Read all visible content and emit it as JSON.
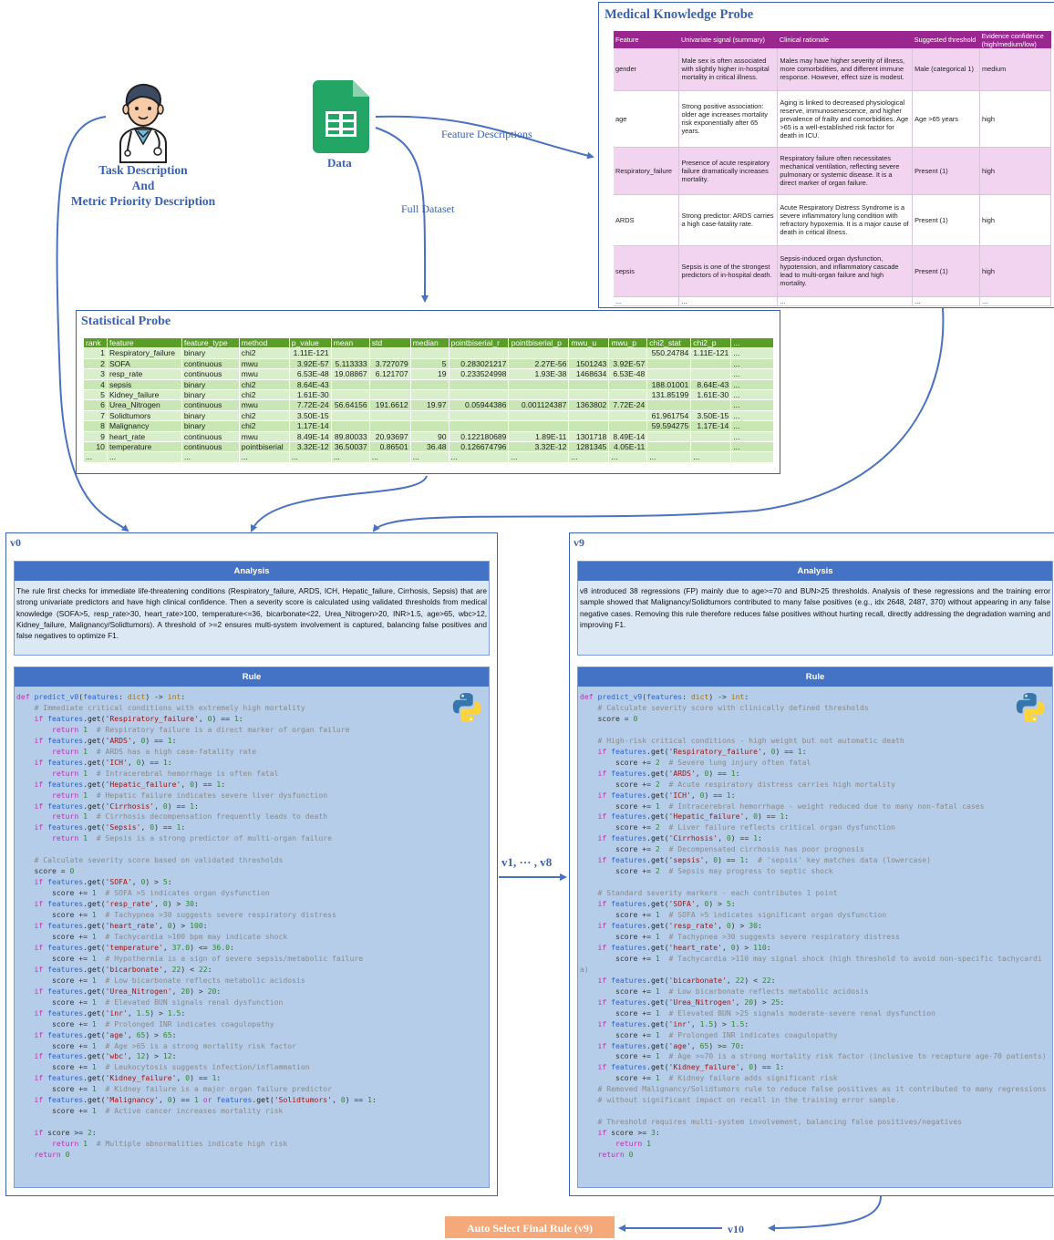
{
  "inputs": {
    "task_label": "Task Description\nAnd\nMetric Priority Description",
    "data_label": "Data",
    "feature_descriptions_label": "Feature Descriptions",
    "full_dataset_label": "Full Dataset"
  },
  "medical_knowledge": {
    "title": "Medical Knowledge Probe",
    "headers": [
      "Feature",
      "Univariate signal (summary)",
      "Clinical rationale",
      "Suggested threshold",
      "Evidence confidence (high/medium/low)"
    ],
    "rows": [
      [
        "gender",
        "Male sex is often associated with slightly higher in-hospital mortality in critical illness.",
        "Males may have higher severity of illness, more comorbidities, and different immune response. However, effect size is modest.",
        "Male (categorical 1)",
        "medium"
      ],
      [
        "age",
        "Strong positive association: older age increases mortality risk exponentially after 65 years.",
        "Aging is linked to decreased physiological reserve, immunosenescence, and higher prevalence of frailty and comorbidities. Age >65 is a well-established risk factor for death in ICU.",
        "Age >65 years",
        "high"
      ],
      [
        "Respiratory_failure",
        "Presence of acute respiratory failure dramatically increases mortality.",
        "Respiratory failure often necessitates mechanical ventilation, reflecting severe pulmonary or systemic disease. It is a direct marker of organ failure.",
        "Present (1)",
        "high"
      ],
      [
        "ARDS",
        "Strong predictor: ARDS carries a high case-fatality rate.",
        "Acute Respiratory Distress Syndrome is a severe inflammatory lung condition with refractory hypoxemia. It is a major cause of death in critical illness.",
        "Present (1)",
        "high"
      ],
      [
        "sepsis",
        "Sepsis is one of the strongest predictors of in-hospital death.",
        "Sepsis-induced organ dysfunction, hypotension, and inflammatory cascade lead to multi-organ failure and high mortality.",
        "Present (1)",
        "high"
      ],
      [
        "...",
        "...",
        "...",
        "...",
        "..."
      ]
    ]
  },
  "statistical_probe": {
    "title": "Statistical Probe",
    "headers": [
      "rank",
      "feature",
      "feature_type",
      "method",
      "p_value",
      "mean",
      "std",
      "median",
      "pointbiserial_r",
      "pointbiserial_p",
      "mwu_u",
      "mwu_p",
      "chi2_stat",
      "chi2_p",
      "..."
    ],
    "rows": [
      [
        "1",
        "Respiratory_failure",
        "binary",
        "chi2",
        "1.11E-121",
        "",
        "",
        "",
        "",
        "",
        "",
        "",
        "550.24784",
        "1.11E-121",
        "..."
      ],
      [
        "2",
        "SOFA",
        "continuous",
        "mwu",
        "3.92E-57",
        "5.113333",
        "3.727079",
        "5",
        "0.283021217",
        "2.27E-56",
        "1501243",
        "3.92E-57",
        "",
        "",
        "..."
      ],
      [
        "3",
        "resp_rate",
        "continuous",
        "mwu",
        "6.53E-48",
        "19.08867",
        "6.121707",
        "19",
        "0.233524998",
        "1.93E-38",
        "1468634",
        "6.53E-48",
        "",
        "",
        "..."
      ],
      [
        "4",
        "sepsis",
        "binary",
        "chi2",
        "8.64E-43",
        "",
        "",
        "",
        "",
        "",
        "",
        "",
        "188.01001",
        "8.64E-43",
        "..."
      ],
      [
        "5",
        "Kidney_failure",
        "binary",
        "chi2",
        "1.61E-30",
        "",
        "",
        "",
        "",
        "",
        "",
        "",
        "131.85199",
        "1.61E-30",
        "..."
      ],
      [
        "6",
        "Urea_Nitrogen",
        "continuous",
        "mwu",
        "7.72E-24",
        "56.64156",
        "191.6612",
        "19.97",
        "0.05944386",
        "0.001124387",
        "1363802",
        "7.72E-24",
        "",
        "",
        "..."
      ],
      [
        "7",
        "Solidtumors",
        "binary",
        "chi2",
        "3.50E-15",
        "",
        "",
        "",
        "",
        "",
        "",
        "",
        "61.961754",
        "3.50E-15",
        "..."
      ],
      [
        "8",
        "Malignancy",
        "binary",
        "chi2",
        "1.17E-14",
        "",
        "",
        "",
        "",
        "",
        "",
        "",
        "59.594275",
        "1.17E-14",
        "..."
      ],
      [
        "9",
        "heart_rate",
        "continuous",
        "mwu",
        "8.49E-14",
        "89.80033",
        "20.93697",
        "90",
        "0.122180689",
        "1.89E-11",
        "1301718",
        "8.49E-14",
        "",
        "",
        "..."
      ],
      [
        "10",
        "temperature",
        "continuous",
        "pointbiserial",
        "3.32E-12",
        "36.50037",
        "0.86501",
        "36.48",
        "0.126674796",
        "3.32E-12",
        "1281345",
        "4.05E-11",
        "",
        "",
        "..."
      ],
      [
        "...",
        "...",
        "...",
        "...",
        "...",
        "...",
        "...",
        "...",
        "...",
        "...",
        "...",
        "...",
        "...",
        "...",
        ""
      ]
    ]
  },
  "v0": {
    "label": "v0",
    "analysis_header": "Analysis",
    "analysis": "The rule first checks for immediate life-threatening conditions (Respiratory_failure, ARDS, ICH, Hepatic_failure, Cirrhosis, Sepsis) that are strong univariate predictors and have high clinical confidence. Then a severity score is calculated using validated thresholds from medical knowledge (SOFA>5, resp_rate>30, heart_rate>100, temperature<=36, bicarbonate<22, Urea_Nitrogen>20, INR>1.5, age>65, wbc>12, Kidney_failure, Malignancy/Solidtumors). A threshold of >=2 ensures multi-system involvement is captured, balancing false positives and false negatives to optimize F1.",
    "rule_header": "Rule",
    "code": "def predict_v0(features: dict) -> int:\n    # Immediate critical conditions with extremely high mortality\n    if features.get('Respiratory_failure', 0) == 1:\n        return 1  # Respiratory failure is a direct marker of organ failure\n    if features.get('ARDS', 0) == 1:\n        return 1  # ARDS has a high case-fatality rate\n    if features.get('ICH', 0) == 1:\n        return 1  # Intracerebral hemorrhage is often fatal\n    if features.get('Hepatic_failure', 0) == 1:\n        return 1  # Hepatic failure indicates severe liver dysfunction\n    if features.get('Cirrhosis', 0) == 1:\n        return 1  # Cirrhosis decompensation frequently leads to death\n    if features.get('Sepsis', 0) == 1:\n        return 1  # Sepsis is a strong predictor of multi-organ failure\n\n    # Calculate severity score based on validated thresholds\n    score = 0\n    if features.get('SOFA', 0) > 5:\n        score += 1  # SOFA >5 indicates organ dysfunction\n    if features.get('resp_rate', 0) > 30:\n        score += 1  # Tachypnea >30 suggests severe respiratory distress\n    if features.get('heart_rate', 0) > 100:\n        score += 1  # Tachycardia >100 bpm may indicate shock\n    if features.get('temperature', 37.0) <= 36.0:\n        score += 1  # Hypothermia is a sign of severe sepsis/metabolic failure\n    if features.get('bicarbonate', 22) < 22:\n        score += 1  # Low bicarbonate reflects metabolic acidosis\n    if features.get('Urea_Nitrogen', 20) > 20:\n        score += 1  # Elevated BUN signals renal dysfunction\n    if features.get('inr', 1.5) > 1.5:\n        score += 1  # Prolonged INR indicates coagulopathy\n    if features.get('age', 65) > 65:\n        score += 1  # Age >65 is a strong mortality risk factor\n    if features.get('wbc', 12) > 12:\n        score += 1  # Leukocytosis suggests infection/inflammation\n    if features.get('Kidney_failure', 0) == 1:\n        score += 1  # Kidney failure is a major organ failure predictor\n    if features.get('Malignancy', 0) == 1 or features.get('Solidtumors', 0) == 1:\n        score += 1  # Active cancer increases mortality risk\n\n    if score >= 2:\n        return 1  # Multiple abnormalities indicate high risk\n    return 0"
  },
  "v9": {
    "label": "v9",
    "analysis_header": "Analysis",
    "analysis": "v8 introduced 38 regressions (FP) mainly due to age>=70 and BUN>25 thresholds. Analysis of these regressions and the training error sample showed that Malignancy/Solidtumors contributed to many false positives (e.g., idx 2648, 2487, 370) without appearing in any false negative cases. Removing this rule therefore reduces false positives without hurting recall, directly addressing the degradation warning and improving F1.",
    "rule_header": "Rule",
    "code": "def predict_v9(features: dict) -> int:\n    # Calculate severity score with clinically defined thresholds\n    score = 0\n\n    # High-risk critical conditions - high weight but not automatic death\n    if features.get('Respiratory_failure', 0) == 1:\n        score += 2  # Severe lung injury often fatal\n    if features.get('ARDS', 0) == 1:\n        score += 2  # Acute respiratory distress carries high mortality\n    if features.get('ICH', 0) == 1:\n        score += 1  # Intracerebral hemorrhage - weight reduced due to many non-fatal cases\n    if features.get('Hepatic_failure', 0) == 1:\n        score += 2  # Liver failure reflects critical organ dysfunction\n    if features.get('Cirrhosis', 0) == 1:\n        score += 2  # Decompensated cirrhosis has poor prognosis\n    if features.get('sepsis', 0) == 1:  # 'sepsis' key matches data (lowercase)\n        score += 2  # Sepsis may progress to septic shock\n\n    # Standard severity markers - each contributes 1 point\n    if features.get('SOFA', 0) > 5:\n        score += 1  # SOFA >5 indicates significant organ dysfunction\n    if features.get('resp_rate', 0) > 30:\n        score += 1  # Tachypnea >30 suggests severe respiratory distress\n    if features.get('heart_rate', 0) > 110:\n        score += 1  # Tachycardia >110 may signal shock (high threshold to avoid non-specific tachycardia)\n    if features.get('bicarbonate', 22) < 22:\n        score += 1  # Low bicarbonate reflects metabolic acidosis\n    if features.get('Urea_Nitrogen', 20) > 25:\n        score += 1  # Elevated BUN >25 signals moderate-severe renal dysfunction\n    if features.get('inr', 1.5) > 1.5:\n        score += 1  # Prolonged INR indicates coagulopathy\n    if features.get('age', 65) >= 70:\n        score += 1  # Age >=70 is a strong mortality risk factor (inclusive to recapture age-70 patients)\n    if features.get('Kidney_failure', 0) == 1:\n        score += 1  # Kidney failure adds significant risk\n    # Removed Malignancy/Solidtumors rule to reduce false positives as it contributed to many regressions\n    # without significant impact on recall in the training error sample.\n\n    # Threshold requires multi-system involvement, balancing false positives/negatives\n    if score >= 3:\n        return 1\n    return 0"
  },
  "flow": {
    "iterations_label": "v1, ··· , v8",
    "v10_label": "v10",
    "final_label": "Auto Select Final Rule (v9)"
  }
}
